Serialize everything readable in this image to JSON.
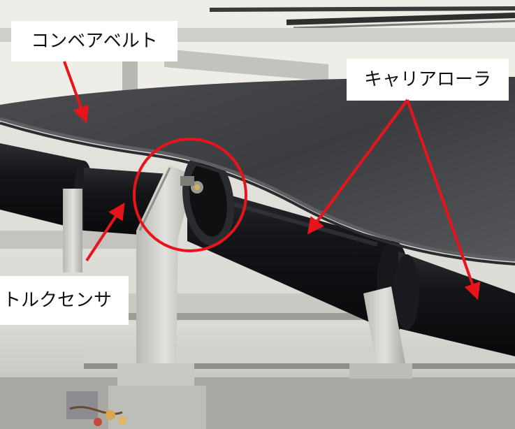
{
  "labels": {
    "conveyor_belt": "コンベアベルト",
    "carrier_roller": "キャリアローラ",
    "torque_sensor": "トルクセンサ"
  },
  "colors": {
    "annotation_red": "#e8141c",
    "belt": "#3d3f42",
    "roller": "#1b1c1f",
    "frame": "#c9c9c5",
    "background": "#e3e2dc"
  }
}
